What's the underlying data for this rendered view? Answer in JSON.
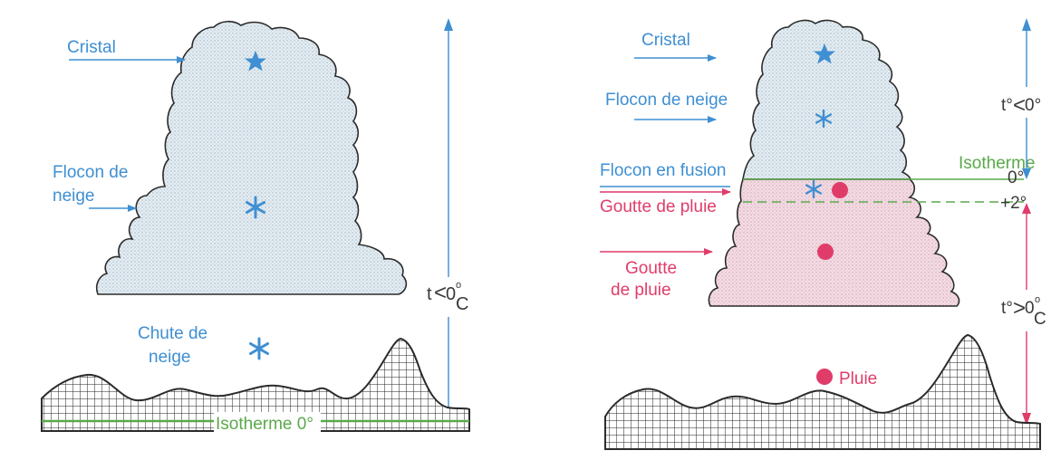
{
  "left_panel": {
    "cristal_label": "Cristal",
    "flocon_label_line1": "Flocon de",
    "flocon_label_line2": "neige",
    "chute_label_line1": "Chute de",
    "chute_label_line2": "neige",
    "temp_label": "t<0°C",
    "temp_t": "t",
    "temp_lt": "<",
    "temp_zero": "0",
    "temp_deg": "o",
    "temp_c": "C",
    "isotherme_label": "Isotherme 0°"
  },
  "right_panel": {
    "cristal_label": "Cristal",
    "flocon_label": "Flocon de neige",
    "flocon_fusion_label": "Flocon en fusion",
    "goutte_label_inline": "Goutte de pluie",
    "goutte_label_line1": "Goutte",
    "goutte_label_line2": "de pluie",
    "isotherme_label": "Isotherme",
    "iso_zero": "0°",
    "iso_plus2": "+2°",
    "temp_below": "t°<0°",
    "tb_t": "t°",
    "tb_lt": "<",
    "tb_zero": "0°",
    "temp_above": "t°>0°C",
    "ta_t": "t°",
    "ta_gt": ">",
    "ta_zero": "0",
    "ta_deg": "o",
    "ta_c": "C",
    "pluie_label": "Pluie"
  },
  "colors": {
    "blue": "#3f8fd2",
    "pink": "#e03c6a",
    "green": "#5aa94a",
    "cloud_fill": "#e6eef4",
    "rain_fill": "#f6dbe4",
    "outline": "#2b2b2b"
  }
}
